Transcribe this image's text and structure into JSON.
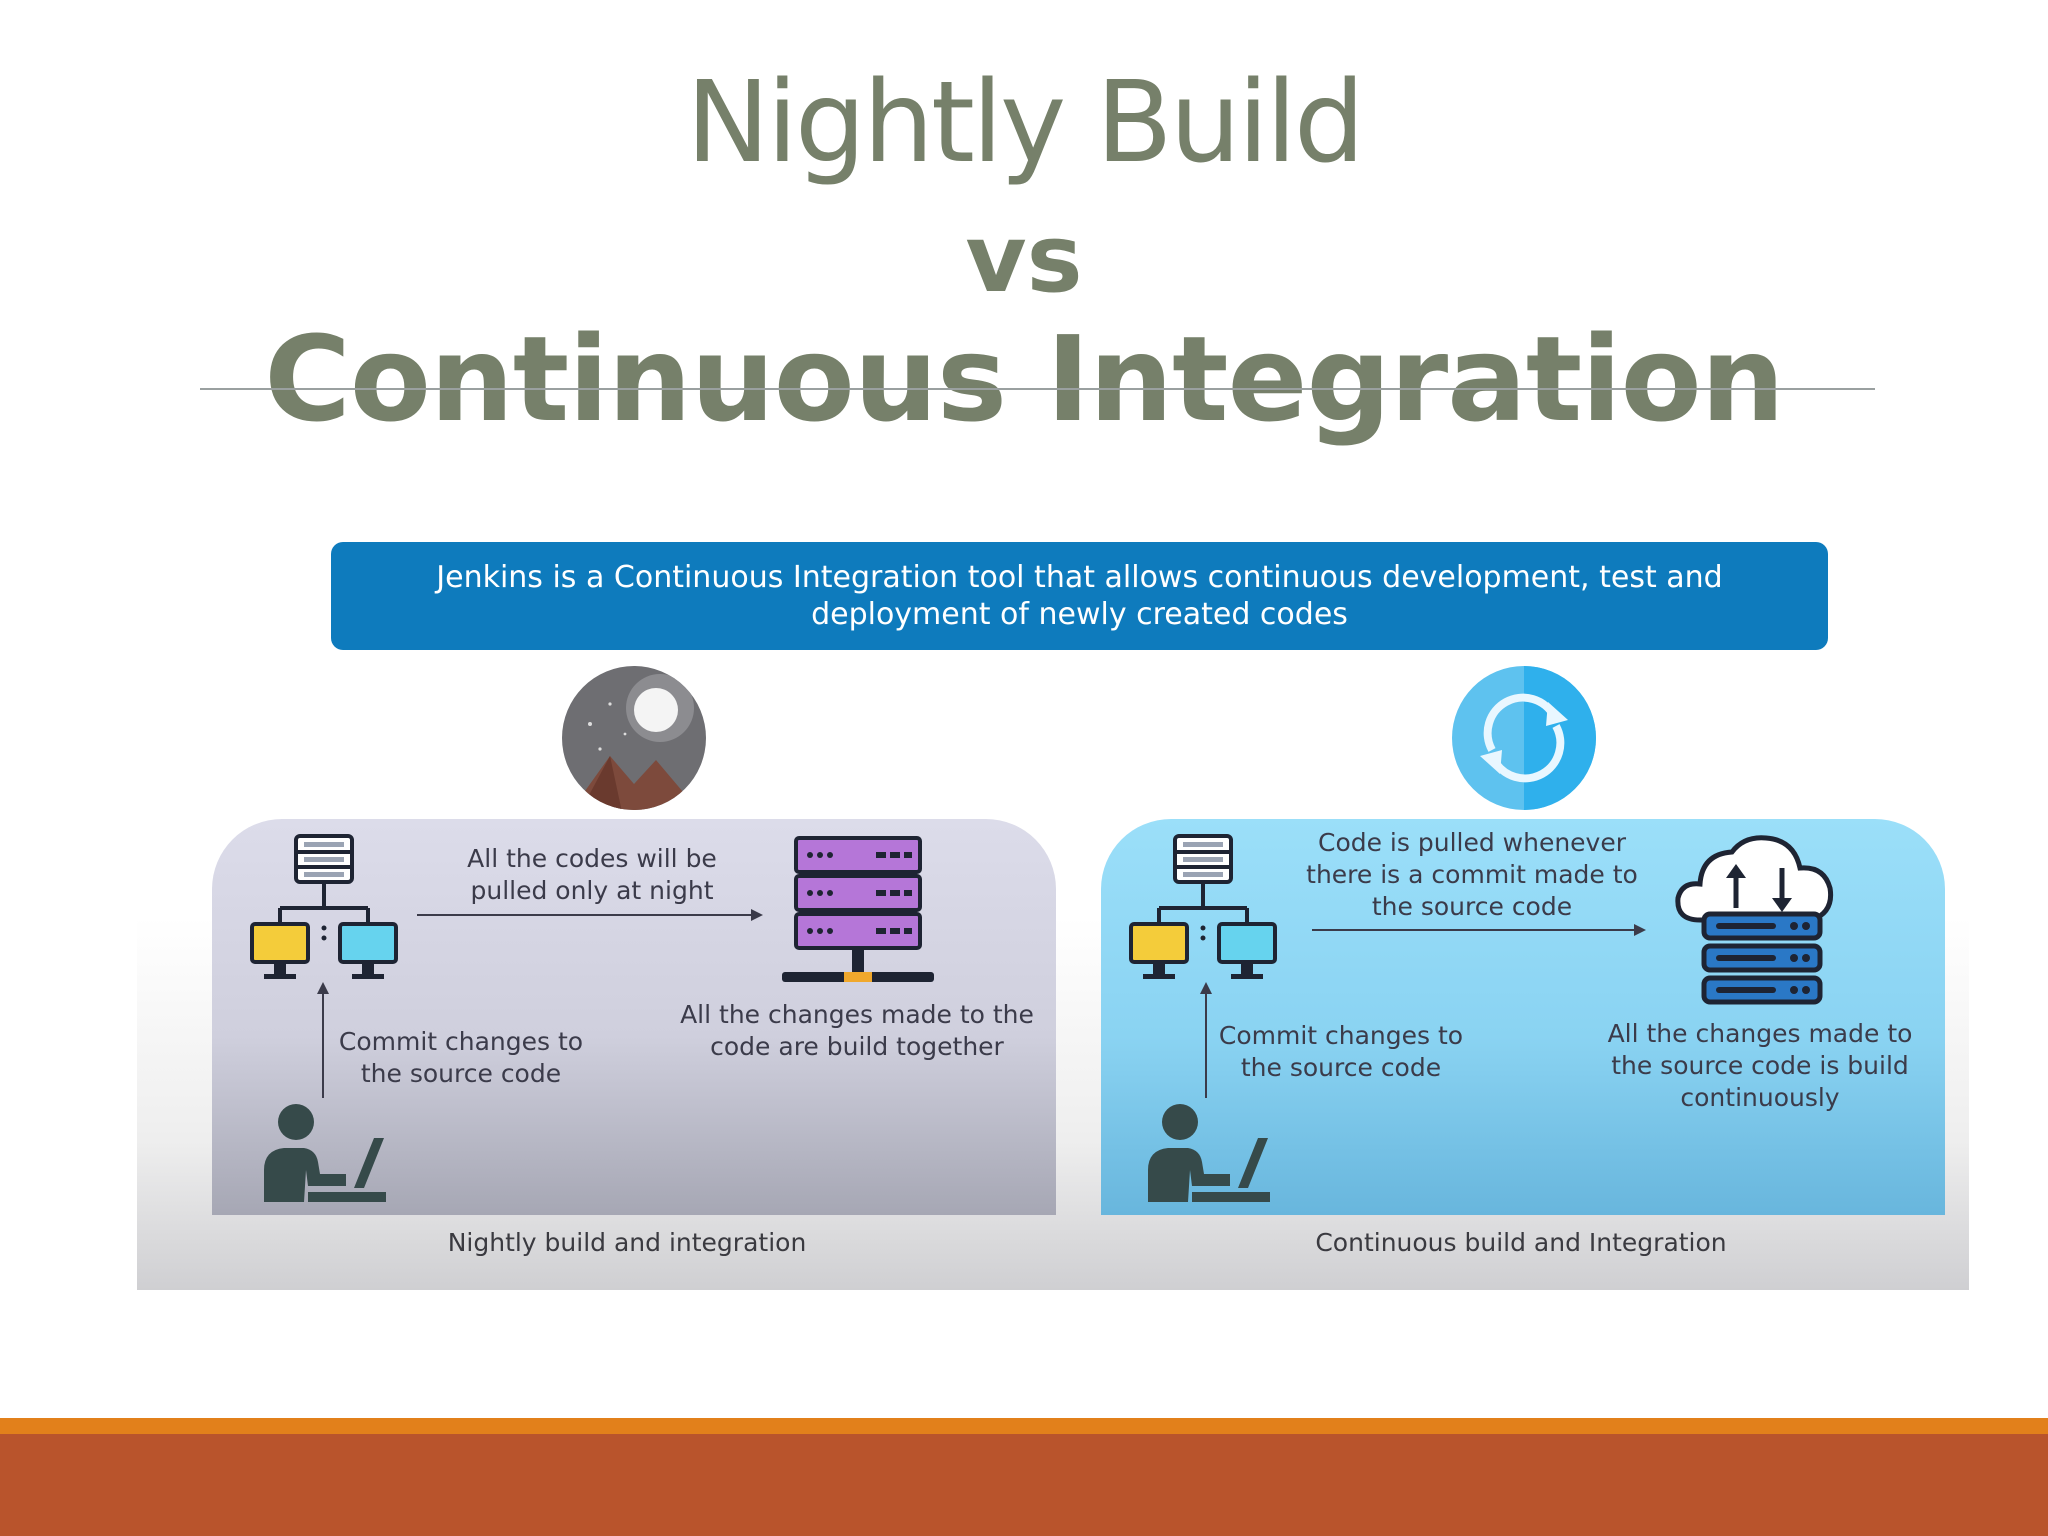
{
  "title": {
    "line1": "Nightly Build",
    "line2": "vs",
    "line3": "Continuous Integration"
  },
  "banner": {
    "text": "Jenkins is a Continuous Integration tool that allows continuous development, test and deployment of newly created codes"
  },
  "nightly": {
    "arrow_label": "All the codes will be pulled only at night",
    "commit_label": "Commit changes to the source code",
    "build_label": "All the changes made to the code are build together",
    "caption": "Nightly build and integration"
  },
  "continuous": {
    "arrow_label": "Code is pulled whenever there is a commit made to the source code",
    "commit_label": "Commit changes to the source code",
    "build_label": "All the changes made to the source code is build continuously",
    "caption": "Continuous build and Integration"
  },
  "colors": {
    "title": "#76806a",
    "banner": "#0e7bbd",
    "nightly_panel": "#d5d5e3",
    "continuous_panel": "#8fd6f4",
    "footer_accent": "#e2801b",
    "footer": "#b9542c"
  },
  "icons": [
    "moon-night-icon",
    "sync-icon",
    "network-server-icon",
    "developer-laptop-icon",
    "server-rack-icon",
    "cloud-server-icon"
  ]
}
